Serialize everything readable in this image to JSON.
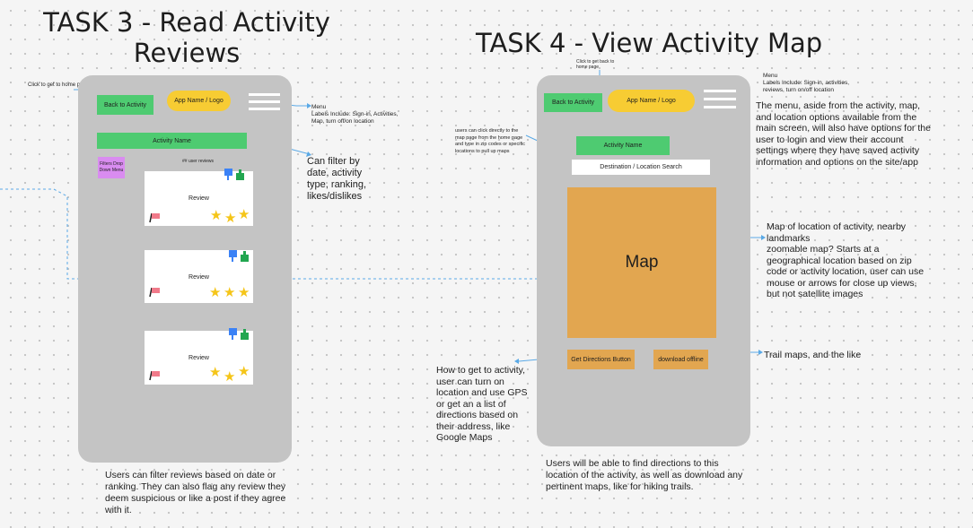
{
  "task3": {
    "title_line1": "TASK 3 - Read Activity",
    "title_line2": "Reviews",
    "home_note": "Click to get to home page",
    "back_button": "Back to Activity",
    "app_name": "App Name / Logo",
    "menu_note_title": "Menu",
    "menu_note_body": "Labels Include: Sign-in, Activities, Map, turn off/on location",
    "activity_name": "Activity Name",
    "filter_dropdown": "Filters Drop Down Menu",
    "review_count": "## user reviews",
    "filter_note": "Can filter by date, activity type, ranking, likes/dislikes",
    "reviews": [
      {
        "label": "Review"
      },
      {
        "label": "Review"
      },
      {
        "label": "Review"
      }
    ],
    "bottom_note": "Users can filter reviews based on date or ranking. They can also flag any review they deem suspicious or like a post if they agree with it."
  },
  "task4": {
    "title": "TASK 4 - View Activity Map",
    "home_note": "Click to get back to home page",
    "back_button": "Back to Activity",
    "app_name": "App Name / Logo",
    "menu_note_title": "Menu",
    "menu_note_body": "Labels Include: Sign-in, activities, reviews, turn on/off location",
    "menu_description": "The menu, aside from the activity, map, and location options available from the main screen, will also have options for the user to login and view their account settings where they have saved activity information and options on the site/app",
    "search_note": "users can click directly to the map page from the home page and type in zip codes or specific locations to pull up maps",
    "activity_name": "Activity Name",
    "search_field": "Destination / Location Search",
    "map_label": "Map",
    "map_note": "Map of location of activity, nearby landmarks\nzoomable map? Starts at a geographical location based on zip code or activity location, user can use mouse or arrows for close up views, but not satellite images",
    "directions_button": "Get Directions Button",
    "download_button": "download offline",
    "trail_note": "Trail maps, and the like",
    "directions_note": "How to get to activity, user can turn on location and use GPS or get an a list of directions based on their address, like Google Maps",
    "bottom_note": "Users will be able to find directions to this location of the activity, as well as download any pertinent maps, like for hiking trails."
  },
  "colors": {
    "phone": "#c4c4c4",
    "green": "#4ecb71",
    "yellow": "#f7cc33",
    "orange": "#e2a650",
    "connector": "#5aa9e6",
    "purple": "#d98cf0"
  }
}
